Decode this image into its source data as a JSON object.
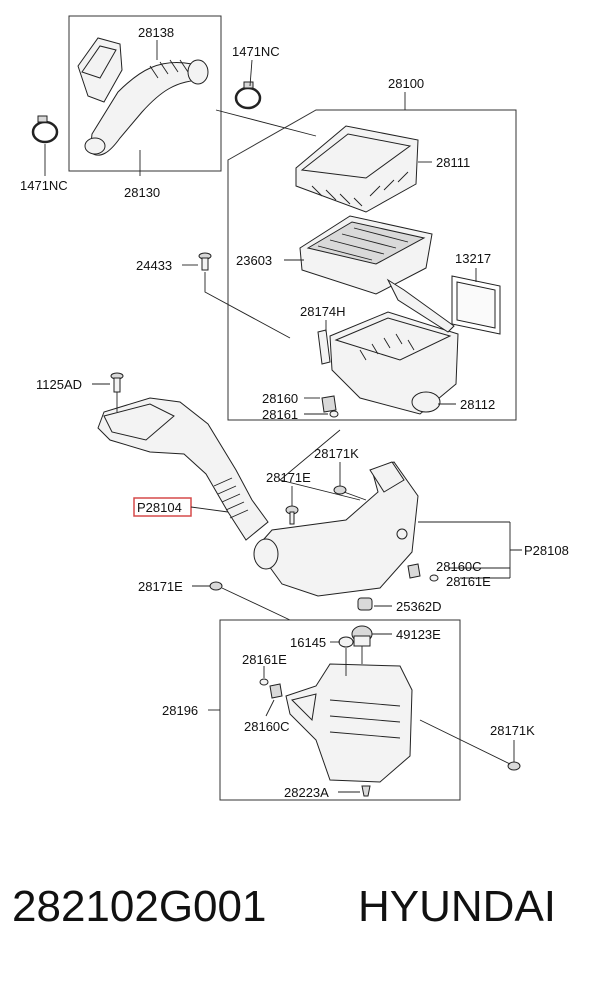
{
  "labels": {
    "l28138": "28138",
    "l1471nc_top": "1471NC",
    "l1471nc_left": "1471NC",
    "l28130": "28130",
    "l28100": "28100",
    "l28111": "28111",
    "l24433": "24433",
    "l23603": "23603",
    "l13217": "13217",
    "l28174h": "28174H",
    "l1125ad": "1125AD",
    "l28160_top": "28160",
    "l28161_top": "28161",
    "l28112": "28112",
    "l28171k_top": "28171K",
    "l28171e_mid": "28171E",
    "lp28104": "P28104",
    "lp28108": "P28108",
    "l28160c_mid": "28160C",
    "l28161e_mid": "28161E",
    "l28171e_left": "28171E",
    "l25362d": "25362D",
    "l16145": "16145",
    "l49123e": "49123E",
    "l28161e_low": "28161E",
    "l28196": "28196",
    "l28160c_low": "28160C",
    "l28171k_low": "28171K",
    "l28223a": "28223A"
  },
  "footer": {
    "part_number": "282102G001",
    "brand": "HYUNDAI"
  },
  "colors": {
    "highlight": "#d64a4a",
    "line": "#222222"
  }
}
